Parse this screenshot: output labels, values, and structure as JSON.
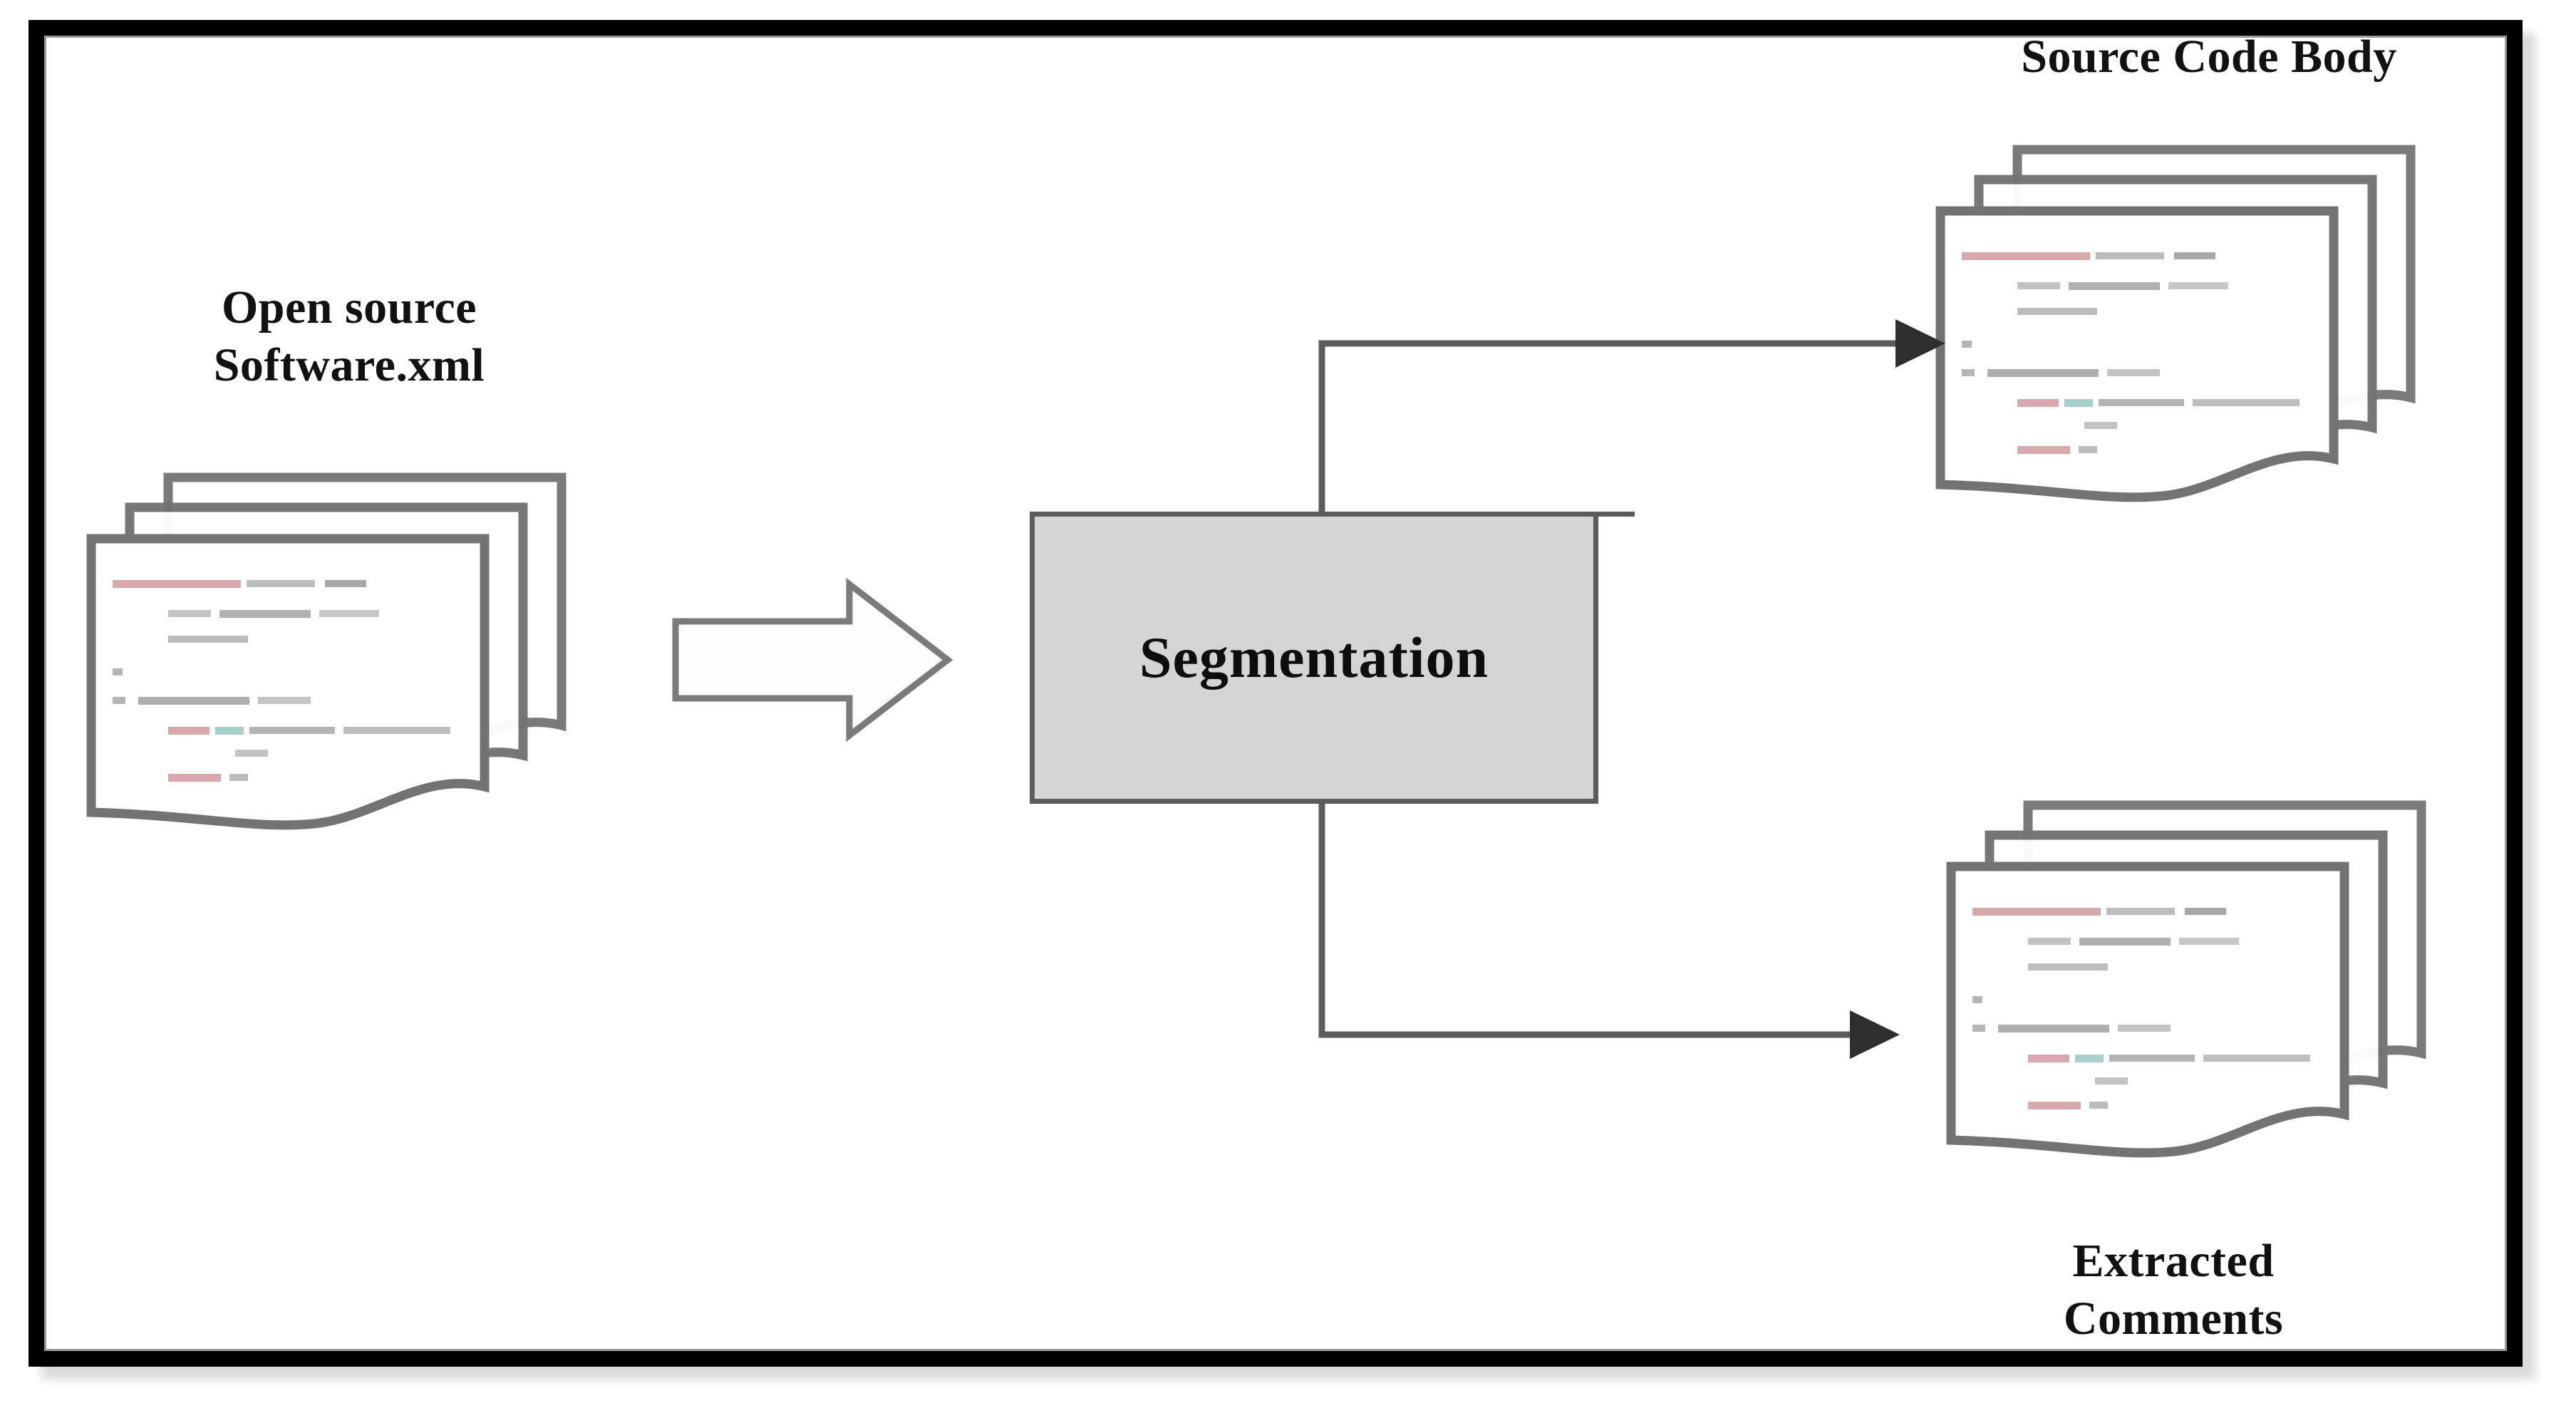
{
  "diagram": {
    "title_implied": "Segmentation of open source software XML into code body and comments",
    "background_color": "#ffffff",
    "frame_color": "#000000",
    "frame_inner_color": "#9a9a9a"
  },
  "nodes": {
    "input": {
      "label": "Open source\nSoftware.xml",
      "icon": "document-stack-icon",
      "sheets": 3
    },
    "process": {
      "label": "Segmentation",
      "fill_color": "#d4d4d4",
      "border_color": "#5c5c5c"
    },
    "output_top": {
      "label": "Source Code Body",
      "icon": "document-stack-icon",
      "sheets": 3
    },
    "output_bottom": {
      "label": "Extracted\nComments",
      "icon": "document-stack-icon",
      "sheets": 3
    }
  },
  "connectors": [
    {
      "name": "input-to-process",
      "style": "hollow-block-arrow",
      "direction": "right",
      "fill_color": "#fdfdfd",
      "stroke_color": "#6e6e6e"
    },
    {
      "name": "process-to-source-code-body",
      "style": "elbow-line-arrow",
      "direction": "up-then-right",
      "stroke_color": "#5c5c5c",
      "arrowhead": "solid-triangle"
    },
    {
      "name": "process-to-extracted-comments",
      "style": "elbow-line-arrow",
      "direction": "down-then-right",
      "stroke_color": "#5c5c5c",
      "arrowhead": "solid-triangle"
    }
  ],
  "document_icon": {
    "sheet_fill": "#ffffff",
    "sheet_border": "#737373",
    "code_line_colors": {
      "keyword": "#d9a8ad",
      "text": "#b9b9b9",
      "accent": "#a9cfc9"
    },
    "code_lines": [
      {
        "indent": 0,
        "width": 62,
        "color": "keyword"
      },
      {
        "indent": 14,
        "width": 56,
        "color": "text"
      },
      {
        "indent": 14,
        "width": 24,
        "color": "text"
      },
      {
        "indent": 0,
        "width": 4,
        "color": "text"
      },
      {
        "indent": 0,
        "width": 46,
        "color": "text"
      },
      {
        "indent": 14,
        "width": 72,
        "color": "text"
      },
      {
        "indent": 26,
        "width": 12,
        "color": "text"
      },
      {
        "indent": 14,
        "width": 18,
        "color": "keyword"
      },
      {
        "indent": 0,
        "width": 4,
        "color": "text"
      }
    ]
  }
}
